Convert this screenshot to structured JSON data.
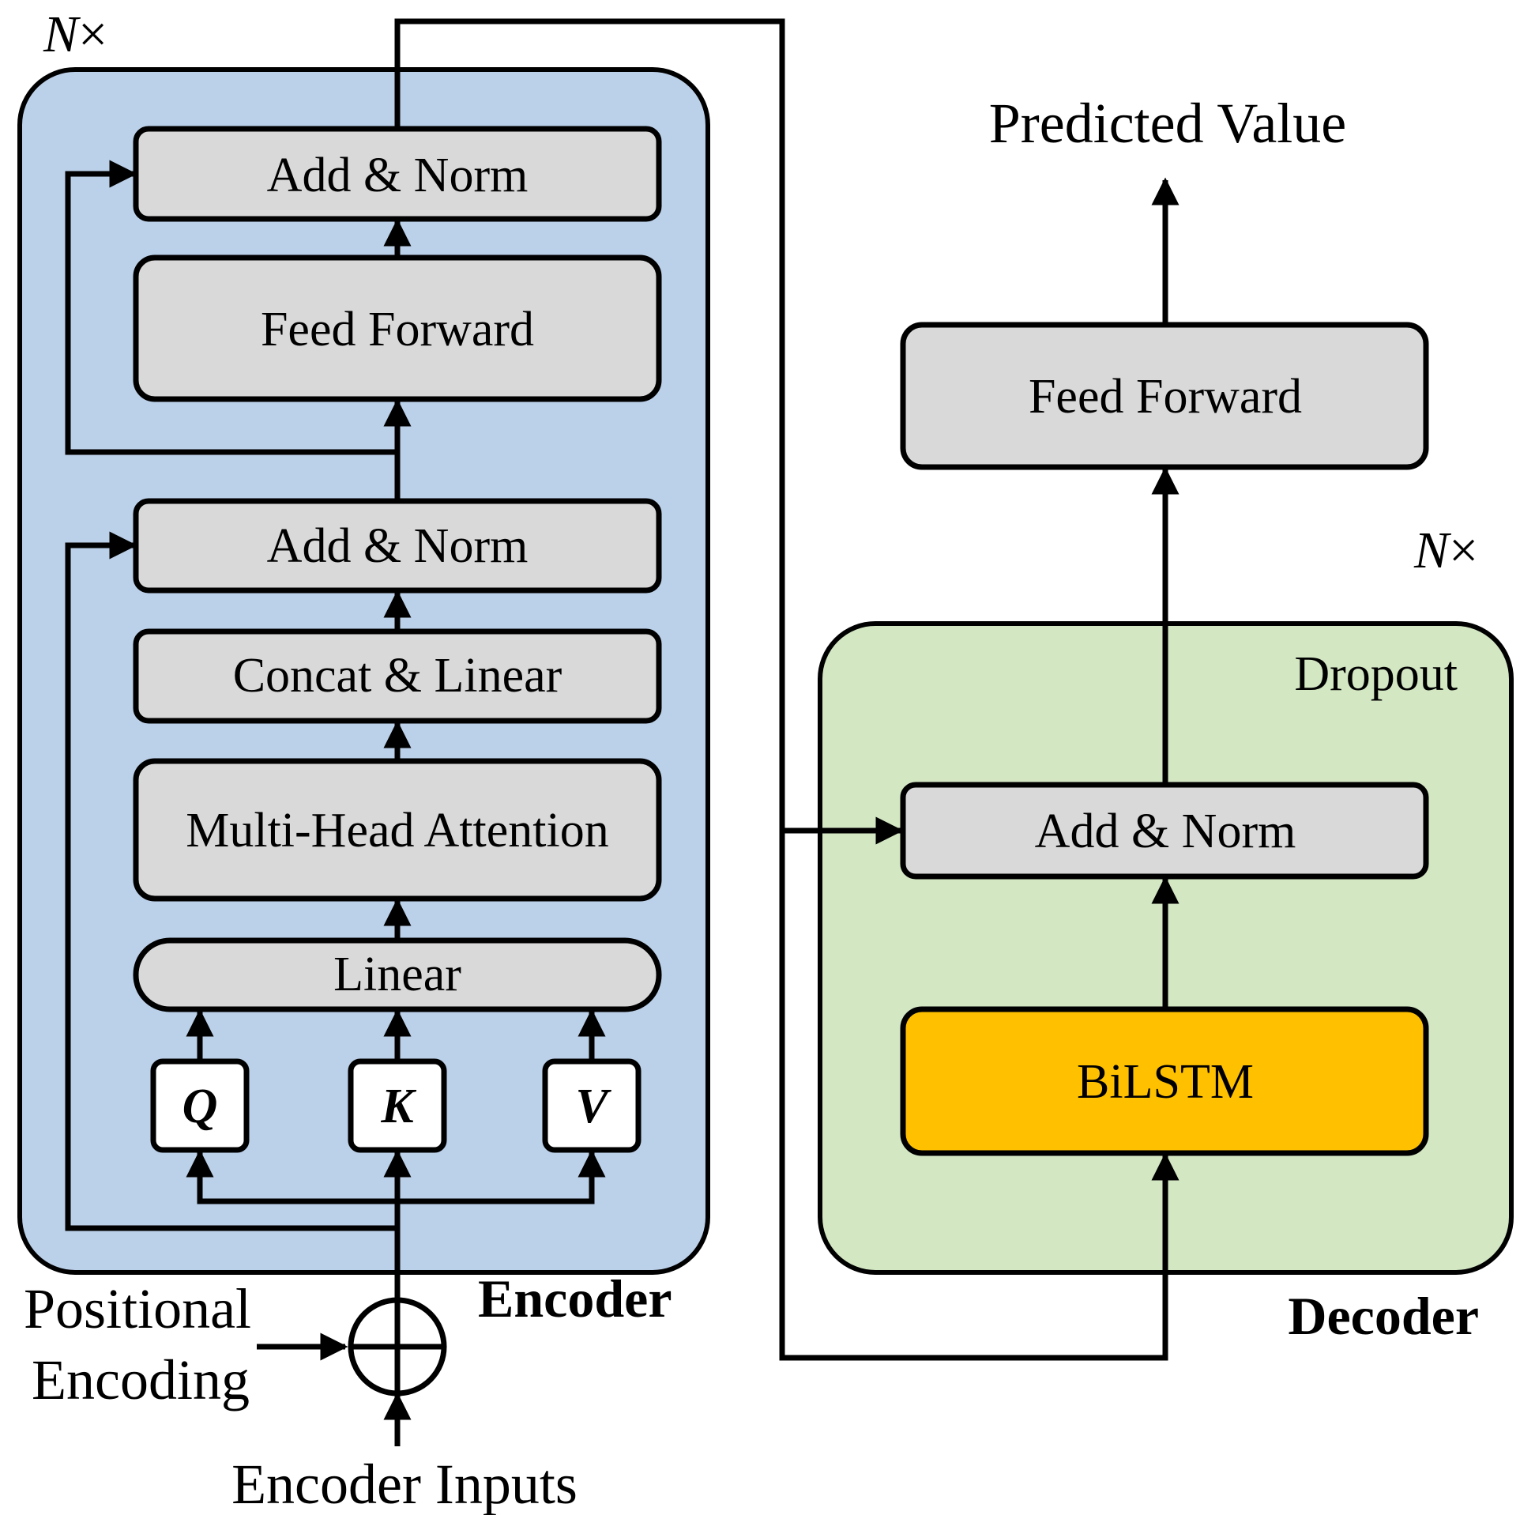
{
  "colors": {
    "encoder_bg": "#bbd0e9",
    "decoder_bg": "#d3e7c3",
    "block_fill": "#d9d9d9",
    "bilstm_fill": "#ffc000",
    "stroke": "#000000"
  },
  "encoder": {
    "repeat_n": "N",
    "repeat_x": "×",
    "add_norm_top": "Add & Norm",
    "feed_forward": "Feed Forward",
    "add_norm_bottom": "Add & Norm",
    "concat_linear": "Concat & Linear",
    "multi_head_attention": "Multi-Head Attention",
    "linear": "Linear",
    "q": "Q",
    "k": "K",
    "v": "V",
    "title": "Encoder",
    "positional_line1": "Positional",
    "positional_line2": "Encoding",
    "inputs": "Encoder Inputs"
  },
  "decoder": {
    "predicted_value": "Predicted Value",
    "feed_forward": "Feed Forward",
    "repeat_n": "N",
    "repeat_x": "×",
    "dropout": "Dropout",
    "add_norm": "Add & Norm",
    "bilstm": "BiLSTM",
    "title": "Decoder"
  }
}
